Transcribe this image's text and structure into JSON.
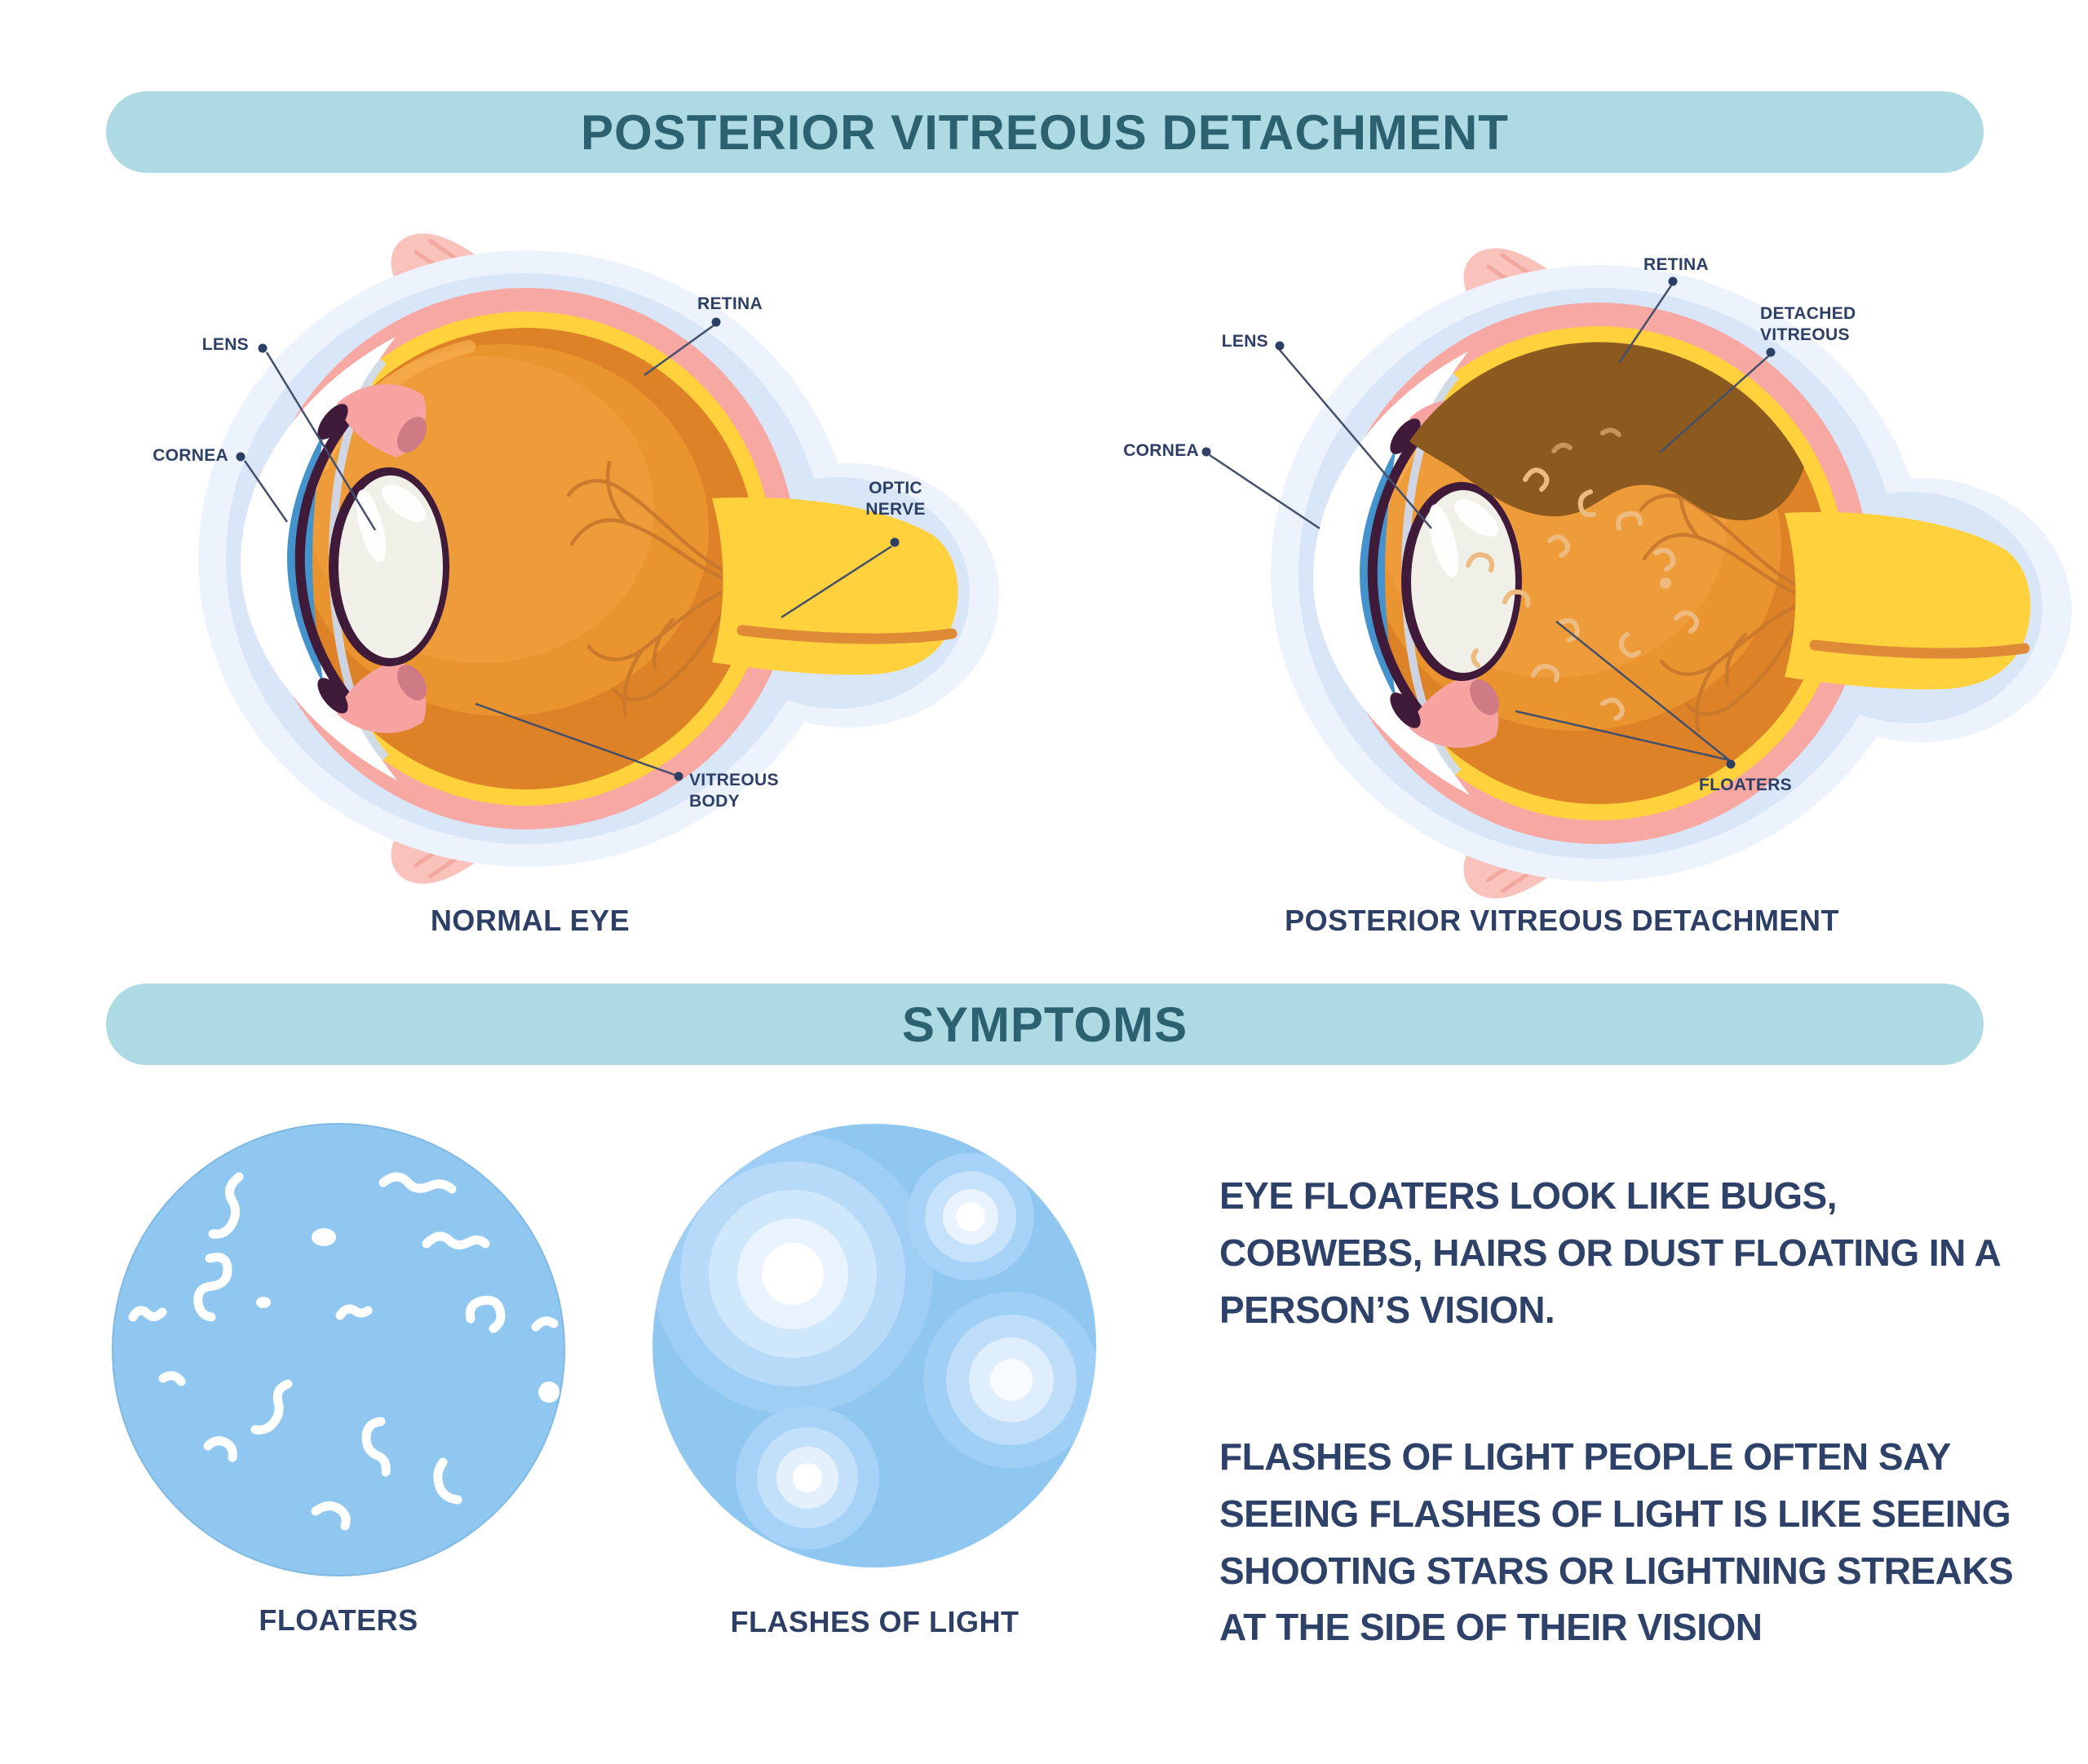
{
  "header": {
    "title": "POSTERIOR VITREOUS DETACHMENT"
  },
  "eyes": {
    "left": {
      "caption": "NORMAL EYE",
      "labels": {
        "lens": "LENS",
        "cornea": "CORNEA",
        "retina": "RETINA",
        "optic_nerve": "OPTIC NERVE",
        "vitreous_body": "VITREOUS BODY"
      }
    },
    "right": {
      "caption": "POSTERIOR VITREOUS DETACHMENT",
      "labels": {
        "lens": "LENS",
        "cornea": "CORNEA",
        "retina": "RETINA",
        "detached_vitreous": "DETACHED VITREOUS",
        "floaters": "FLOATERS"
      }
    }
  },
  "symptoms": {
    "title": "SYMPTOMS",
    "floaters_label": "FLOATERS",
    "flashes_label": "FLASHES OF LIGHT",
    "paragraphs": [
      "EYE FLOATERS LOOK LIKE BUGS, COBWEBS, HAIRS OR DUST FLOATING IN A PERSON’S VISION.",
      "FLASHES OF LIGHT PEOPLE OFTEN SAY SEEING FLASHES OF LIGHT IS LIKE SEEING SHOOTING STARS OR LIGHTNING STREAKS AT THE SIDE OF THEIR VISION"
    ]
  },
  "colors": {
    "banner_bg": "#ADDAE3",
    "banner_text": "#2C6270",
    "label_text": "#2E3F66",
    "body_text": "#2E4168",
    "symptom_circle_blue": "#8FC7F1",
    "eye_orange": "#E9942F",
    "eye_retina_yellow": "#FFD23D",
    "eye_choroid_pink": "#F8A8A3",
    "eye_sclera_halo": "#D9E6F8",
    "detached_vitreous_brown": "#8C5A1E",
    "iris_blue": "#4593CC"
  }
}
